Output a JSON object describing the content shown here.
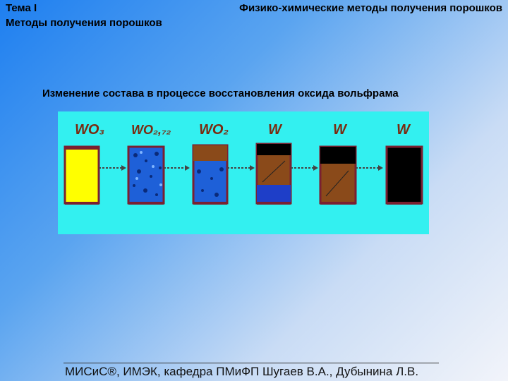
{
  "header": {
    "topic": "Тема I",
    "section": "Методы получения порошков",
    "title": "Физико-химические методы получения порошков"
  },
  "subtitle": "Изменение состава в процессе восстановления оксида вольфрама",
  "figure": {
    "stages": [
      {
        "label": "WO3",
        "color": "#ffff00"
      },
      {
        "label": "WO2,72",
        "color": "#1e60d8"
      },
      {
        "label": "WO2",
        "color": "#1e60d8"
      },
      {
        "label": "W",
        "color": "#8a4a1a"
      },
      {
        "label": "W",
        "color": "#8a4a1a"
      },
      {
        "label": "W",
        "color": "#000000"
      }
    ]
  },
  "footer": "МИСиС®, ИМЭК, кафедра ПМиФП Шугаев В.А., Дубынина Л.В."
}
